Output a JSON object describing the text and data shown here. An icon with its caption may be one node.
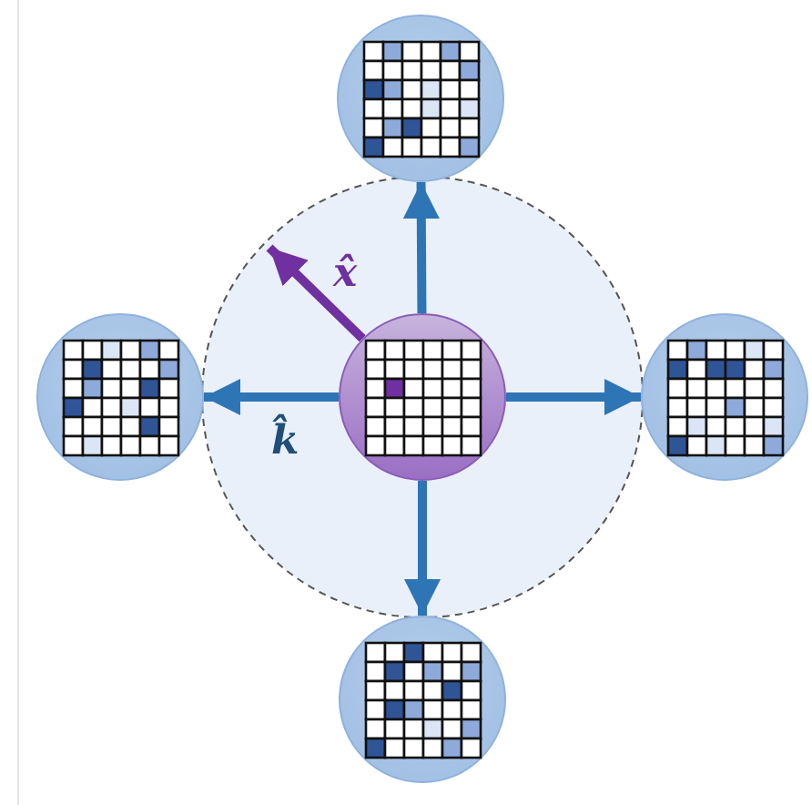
{
  "diagram": {
    "nodes": [
      {
        "text": [],
        "shape": "circle"
      },
      {
        "text": [],
        "shape": "circle"
      },
      {
        "text": [],
        "shape": "circle"
      },
      {
        "text": [],
        "shape": "circle"
      },
      {
        "text": [],
        "shape": "circle"
      }
    ],
    "edges": [
      {
        "from": 2,
        "to": 0,
        "arrow": "to"
      },
      {
        "from": 2,
        "to": 1,
        "arrow": "to",
        "label": "k̂"
      },
      {
        "from": 2,
        "to": 3,
        "arrow": "to"
      },
      {
        "from": 2,
        "to": 4,
        "arrow": "to"
      },
      {
        "from": 2,
        "to": null,
        "arrow": "to",
        "label": "x̂",
        "color": "#7030a0"
      }
    ]
  }
}
